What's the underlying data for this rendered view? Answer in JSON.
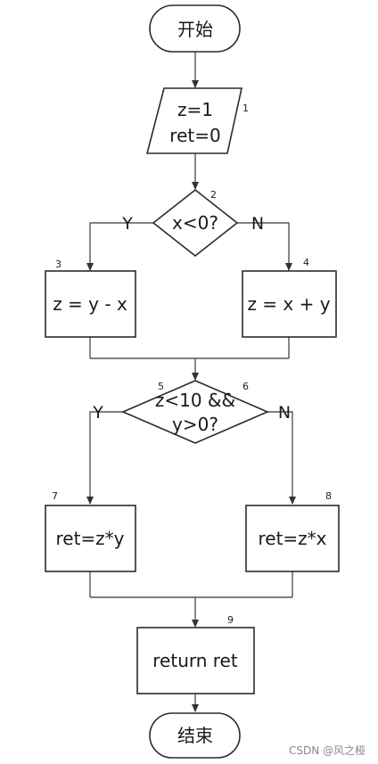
{
  "nodes": {
    "start": {
      "text": "开始"
    },
    "init": {
      "line1": "z=1",
      "line2": "ret=0",
      "num": "1"
    },
    "cond1": {
      "text": "x<0?",
      "num": "2"
    },
    "assign_sub": {
      "text": "z = y - x",
      "num": "3"
    },
    "assign_add": {
      "text": "z = x + y",
      "num": "4"
    },
    "cond2": {
      "line1": "z<10 &&",
      "line2": "y>0?",
      "num_left": "5",
      "num_right": "6"
    },
    "ret_mul_y": {
      "text": "ret=z*y",
      "num": "7"
    },
    "ret_mul_x": {
      "text": "ret=z*x",
      "num": "8"
    },
    "return": {
      "text": "return ret",
      "num": "9"
    },
    "end": {
      "text": "结束"
    }
  },
  "branches": {
    "cond1_yes": "Y",
    "cond1_no": "N",
    "cond2_yes": "Y",
    "cond2_no": "N"
  },
  "watermark": "CSDN @风之桠"
}
